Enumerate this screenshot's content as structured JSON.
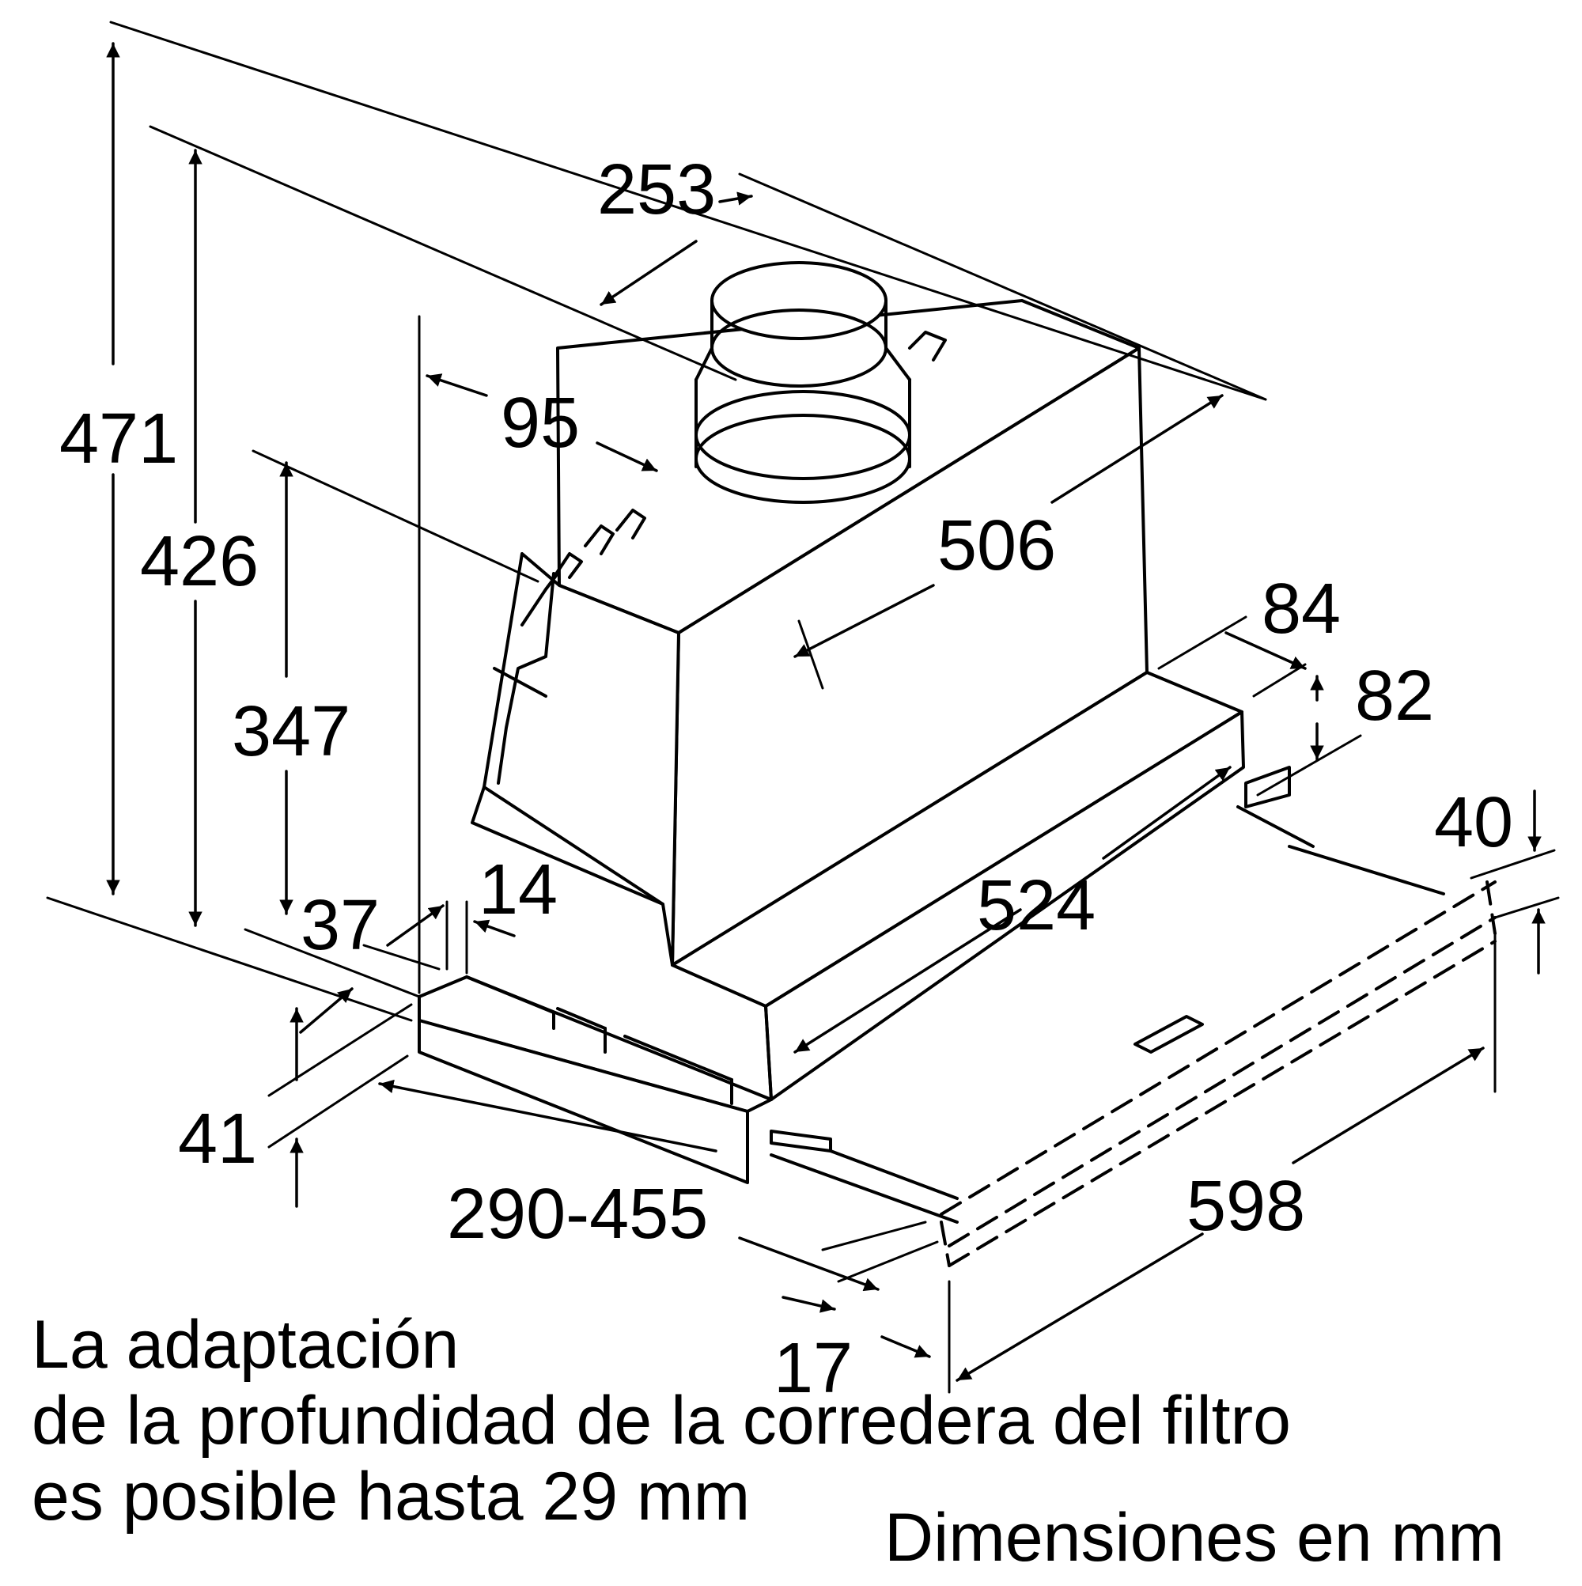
{
  "dimensions": {
    "d253": "253",
    "d95": "95",
    "d471": "471",
    "d426": "426",
    "d347": "347",
    "d506": "506",
    "d84": "84",
    "d82": "82",
    "d40": "40",
    "d524": "524",
    "d37": "37",
    "d14": "14",
    "d41": "41",
    "d290_455": "290-455",
    "d17": "17",
    "d598": "598"
  },
  "note": {
    "line1": "La adaptación",
    "line2": "de la profundidad de la corredera del filtro",
    "line3": "es posible hasta 29 mm"
  },
  "units_label": "Dimensiones en mm",
  "colors": {
    "line": "#000000",
    "background": "#ffffff"
  }
}
